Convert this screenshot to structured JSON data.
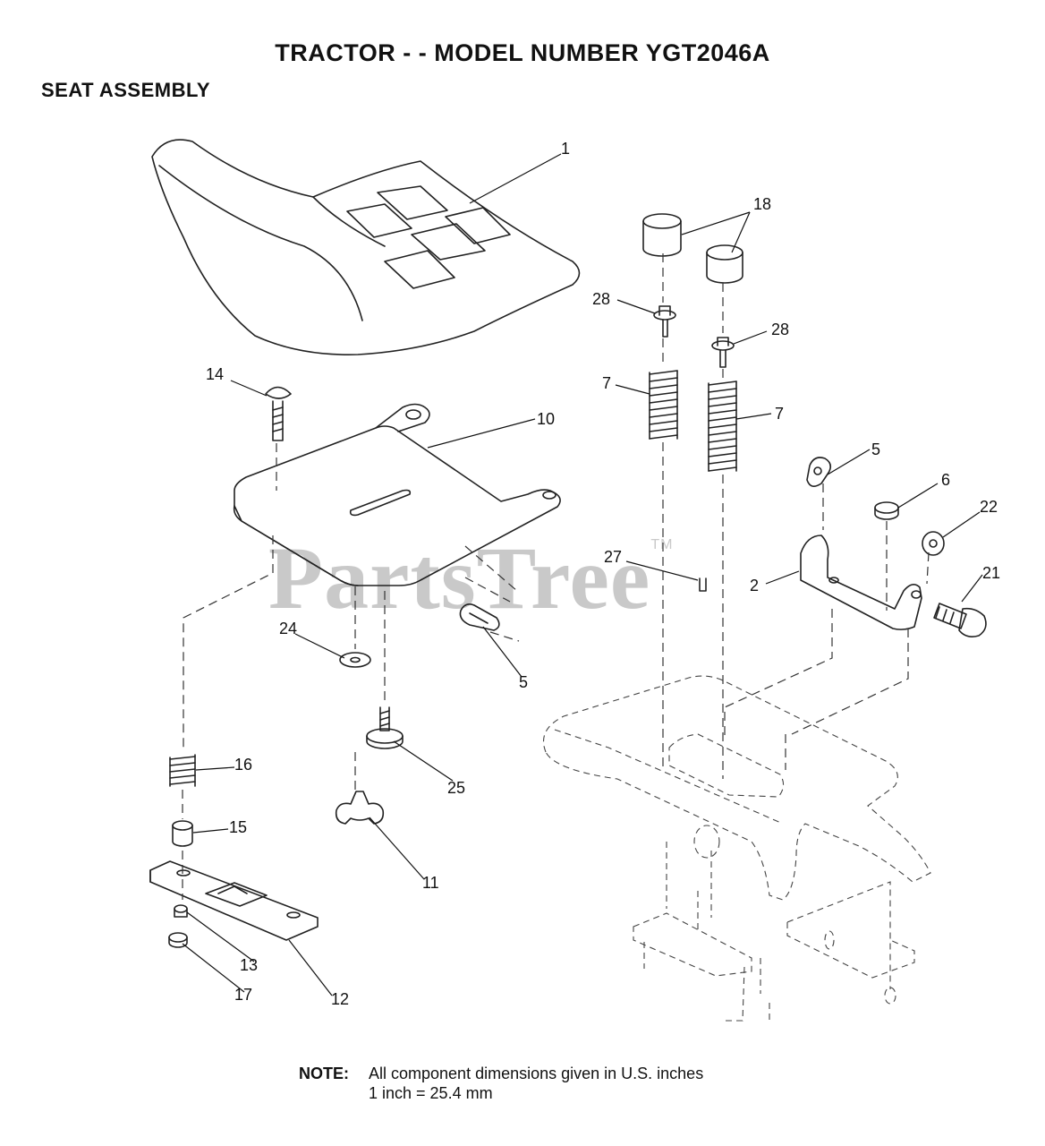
{
  "header": {
    "title": "TRACTOR - - MODEL NUMBER YGT2046A",
    "section": "SEAT ASSEMBLY"
  },
  "watermark": {
    "text": "PartsTree",
    "mark": "TM"
  },
  "note": {
    "label": "NOTE:",
    "line1": "All component dimensions given in U.S. inches",
    "line2": "1 inch = 25.4 mm"
  },
  "callouts": {
    "c1": "1",
    "c18": "18",
    "c28a": "28",
    "c28b": "28",
    "c14": "14",
    "c10": "10",
    "c7a": "7",
    "c7b": "7",
    "c5a": "5",
    "c6": "6",
    "c22": "22",
    "c27": "27",
    "c2": "2",
    "c21": "21",
    "c24": "24",
    "c5b": "5",
    "c16": "16",
    "c25": "25",
    "c15": "15",
    "c11": "11",
    "c13": "13",
    "c17": "17",
    "c12": "12"
  }
}
